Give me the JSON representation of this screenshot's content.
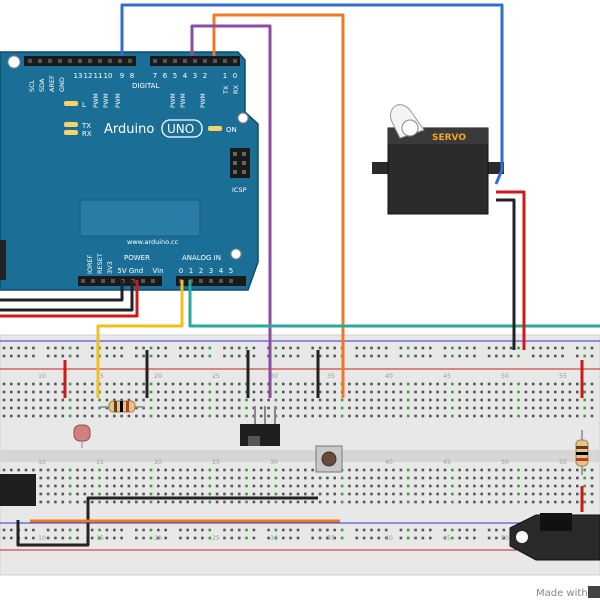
{
  "arduino": {
    "brand": "Arduino",
    "model": "UNO",
    "on_label": "ON",
    "url": "www.arduino.cc",
    "digital_label": "DIGITAL",
    "pwm_label": "PWM",
    "icsp_label": "ICSP",
    "led_l": "L",
    "led_tx": "TX",
    "led_rx": "RX",
    "header_labels_top": [
      "SCL",
      "SDA",
      "AREF",
      "GND",
      "13",
      "12",
      "11",
      "10",
      "9",
      "8",
      "7",
      "6",
      "5",
      "4",
      "3",
      "2",
      "1",
      "0"
    ],
    "tx_rx_pins": [
      "TX",
      "RX"
    ],
    "power_label": "POWER",
    "analog_label": "ANALOG IN",
    "power_pins": [
      "IOREF",
      "RESET",
      "3V3",
      "5V",
      "Gnd",
      "Gnd",
      "Vin"
    ],
    "analog_pins": [
      "0",
      "1",
      "2",
      "3",
      "4",
      "5"
    ]
  },
  "servo": {
    "label": "SERVO"
  },
  "breadboard": {
    "column_numbers": [
      "10",
      "15",
      "20",
      "25",
      "30",
      "35",
      "40",
      "45",
      "50",
      "55"
    ],
    "colors": {
      "body": "#e6e6e6",
      "red_rail": "#cc0000",
      "blue_rail": "#3333cc",
      "hole": "#555555",
      "connected_hole": "#3a9a3a"
    }
  },
  "wire_colors": {
    "blue": "#2e6fd1",
    "orange": "#f07820",
    "purple": "#8e4aa5",
    "yellow": "#f0c020",
    "teal": "#2aaa9a",
    "red": "#d01818",
    "black": "#222222"
  },
  "footer": {
    "made_with": "Made with"
  }
}
